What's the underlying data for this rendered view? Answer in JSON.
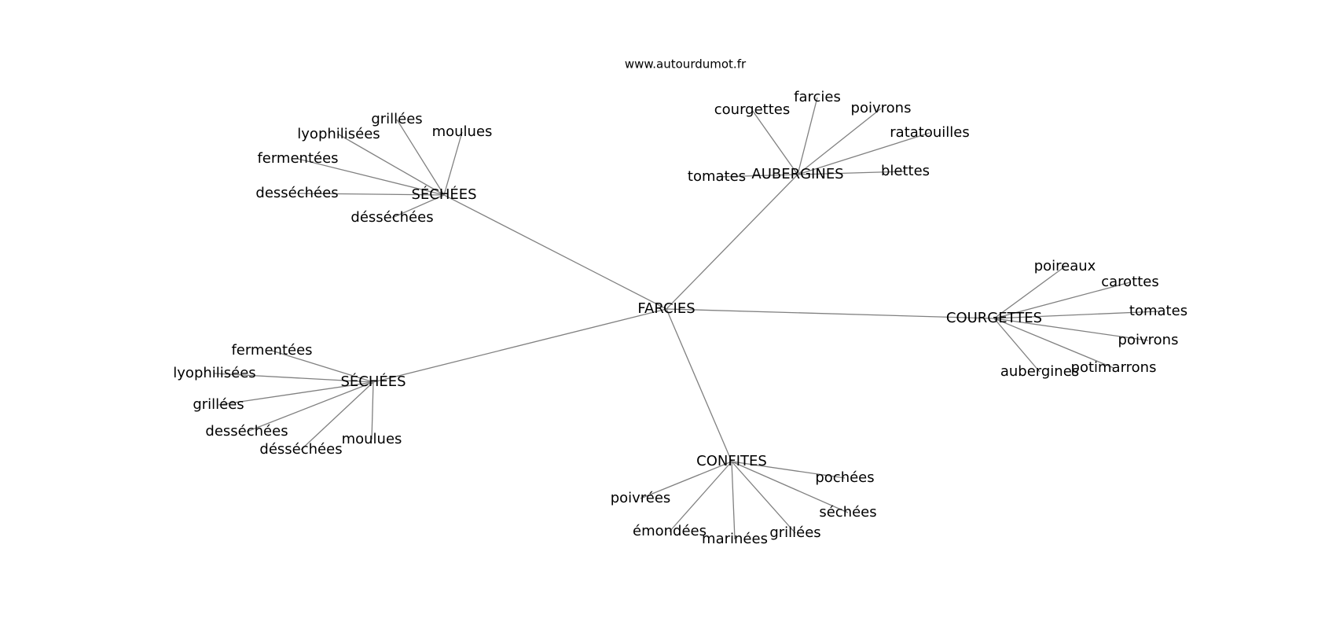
{
  "site": "www.autourdumot.fr",
  "center": "FARCIES",
  "colors": {
    "edge": "#808080",
    "text": "#000000",
    "background": "#ffffff"
  },
  "clusters": [
    {
      "label": "SÉCHÉES",
      "words": [
        "moulues",
        "grillées",
        "lyophilisées",
        "fermentées",
        "desséchées",
        "désséchées"
      ]
    },
    {
      "label": "AUBERGINES",
      "words": [
        "courgettes",
        "farcies",
        "poivrons",
        "ratatouilles",
        "blettes",
        "tomates"
      ]
    },
    {
      "label": "COURGETTES",
      "words": [
        "poireaux",
        "carottes",
        "tomates",
        "poivrons",
        "potimarrons",
        "aubergines"
      ]
    },
    {
      "label": "CONFITES",
      "words": [
        "pochées",
        "séchées",
        "grillées",
        "marinées",
        "émondées",
        "poivrées"
      ]
    },
    {
      "label": "SÉCHÉES",
      "words": [
        "fermentées",
        "lyophilisées",
        "grillées",
        "desséchées",
        "désséchées",
        "moulues"
      ]
    }
  ]
}
